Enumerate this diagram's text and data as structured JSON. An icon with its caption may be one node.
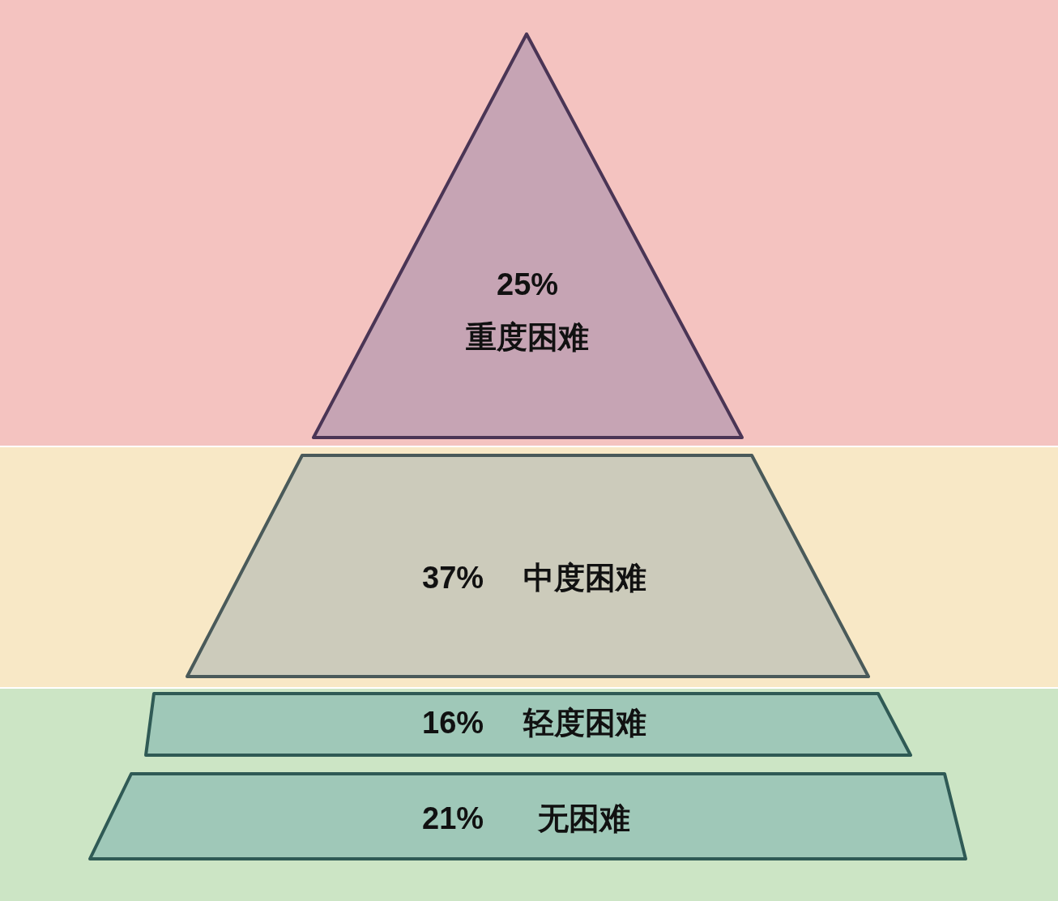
{
  "diagram": {
    "nodes": [
      {
        "text": [
          "25%",
          "重度困难"
        ]
      },
      {
        "text": [
          "37%",
          "中度困难"
        ]
      },
      {
        "text": [
          "16%",
          "轻度困难"
        ]
      },
      {
        "text": [
          "21%",
          "无困难"
        ]
      }
    ]
  }
}
